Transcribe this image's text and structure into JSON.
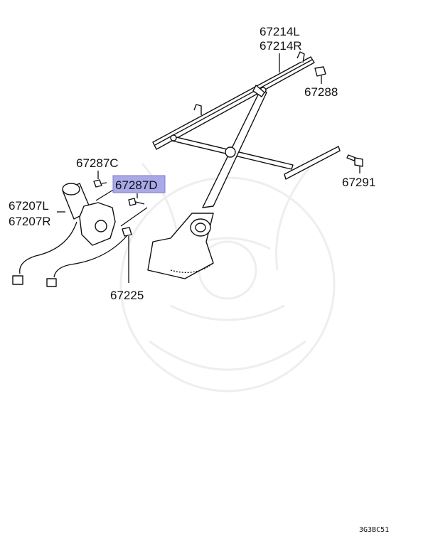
{
  "diagram": {
    "highlight_color": "#a9a9e8",
    "highlight_border": "#7b7bd0",
    "labels": {
      "p67214L": "67214L",
      "p67214R": "67214R",
      "p67288": "67288",
      "p67291": "67291",
      "p67287C": "67287C",
      "p67287D": "67287D",
      "p67207L": "67207L",
      "p67207R": "67207R",
      "p67225": "67225"
    },
    "highlighted_part": "67287D",
    "diagram_code": "3G3BC51"
  }
}
